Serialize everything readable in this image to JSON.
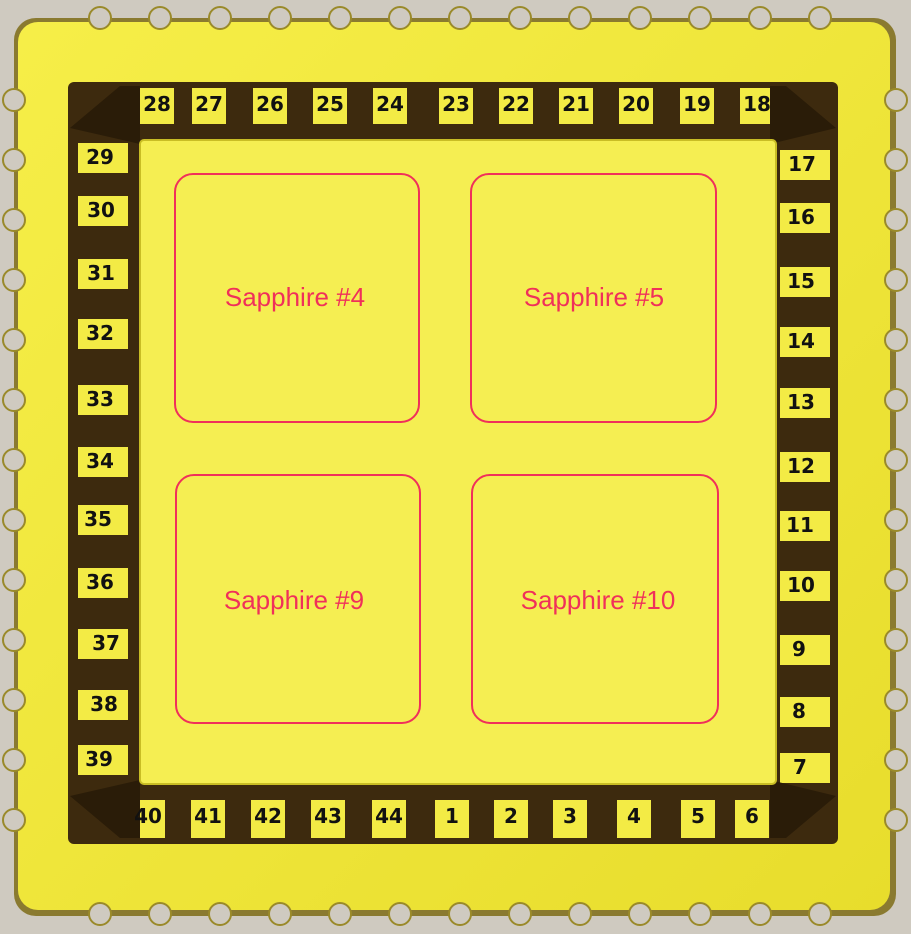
{
  "package": {
    "body_color": "#f2ea3a",
    "cavity_color": "#f7f05a",
    "pad_dark_color": "#3d2a0e",
    "outline_color": "#f0305a"
  },
  "pins": {
    "top": [
      "28",
      "27",
      "26",
      "25",
      "24",
      "23",
      "22",
      "21",
      "20",
      "19",
      "18"
    ],
    "right": [
      "17",
      "16",
      "15",
      "14",
      "13",
      "12",
      "11",
      "10",
      "9",
      "8",
      "7"
    ],
    "bottom": [
      "40",
      "41",
      "42",
      "43",
      "44",
      "1",
      "2",
      "3",
      "4",
      "5",
      "6"
    ],
    "left": [
      "29",
      "30",
      "31",
      "32",
      "33",
      "34",
      "35",
      "36",
      "37",
      "38",
      "39"
    ]
  },
  "sapphires": [
    {
      "label": "Sapphire #4"
    },
    {
      "label": "Sapphire #5"
    },
    {
      "label": "Sapphire #9"
    },
    {
      "label": "Sapphire #10"
    }
  ]
}
